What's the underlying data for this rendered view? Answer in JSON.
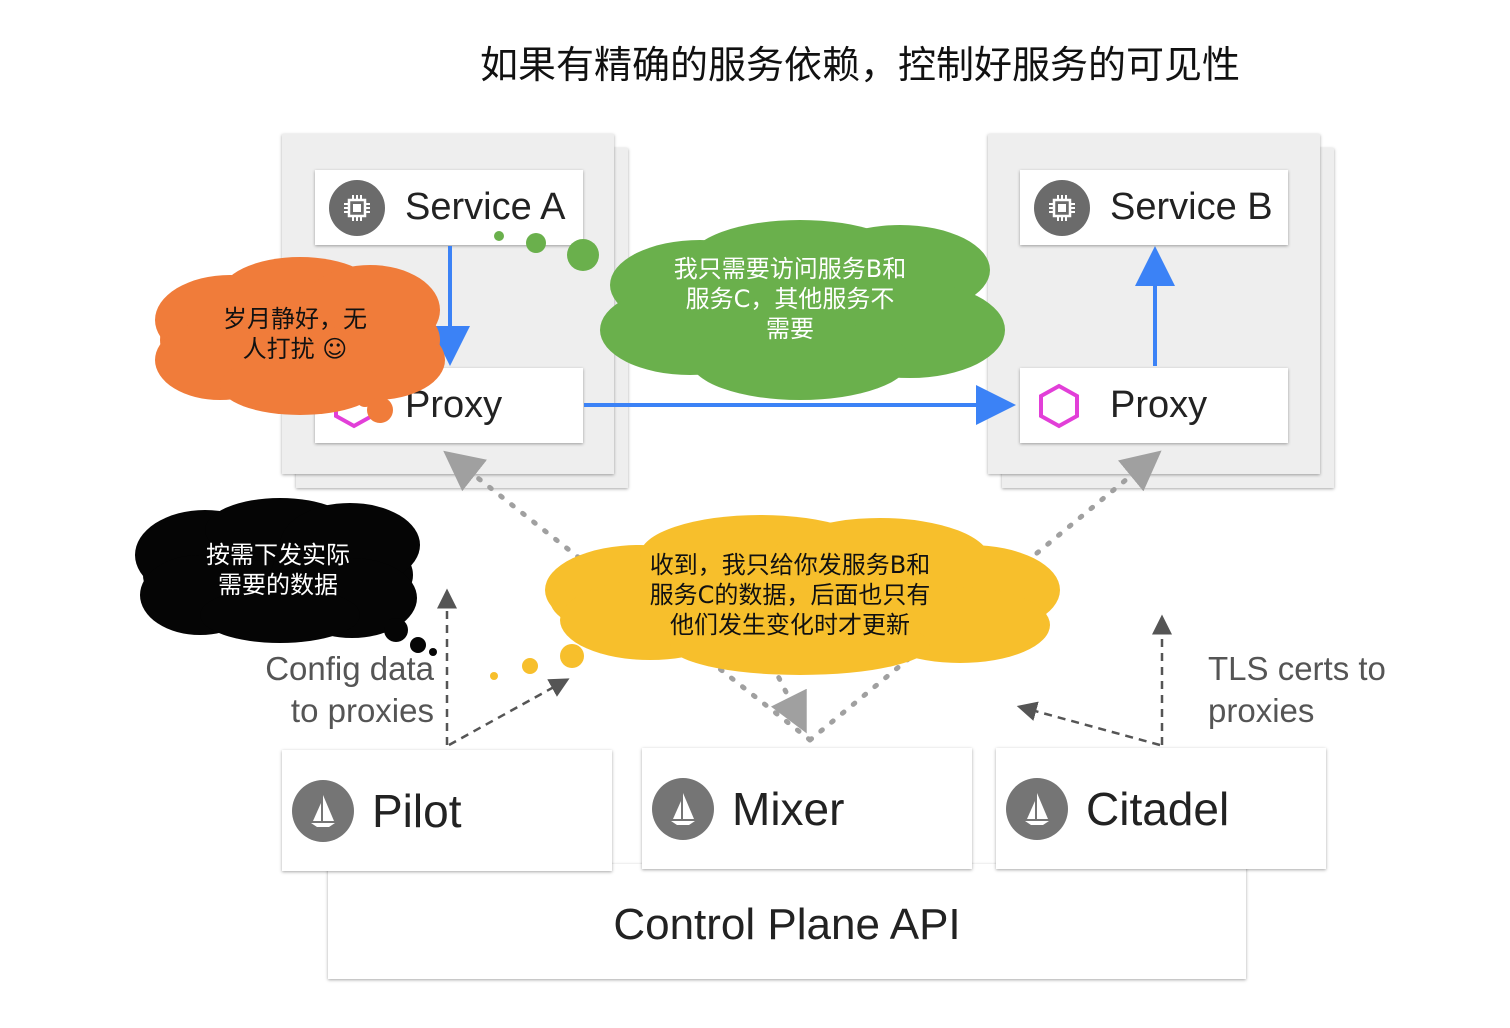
{
  "title": "如果有精确的服务依赖，控制好服务的可见性",
  "service_a": {
    "label": "Service A",
    "proxy_label": "Proxy"
  },
  "service_b": {
    "label": "Service B",
    "proxy_label": "Proxy"
  },
  "control_plane": {
    "pilot": "Pilot",
    "mixer": "Mixer",
    "citadel": "Citadel",
    "api": "Control Plane API"
  },
  "notes": {
    "config_line1": "Config data",
    "config_line2": "to proxies",
    "tls_line1": "TLS certs to",
    "tls_line2": "proxies"
  },
  "clouds": {
    "green_line1": "我只需要访问服务B和",
    "green_line2": "服务C，其他服务不",
    "green_line3": "需要",
    "orange_line1": "岁月静好，无",
    "orange_line2": "人打扰 ☺",
    "black_line1": "按需下发实际",
    "black_line2": "需要的数据",
    "yellow_line1": "收到，我只给你发服务B和",
    "yellow_line2": "服务C的数据，后面也只有",
    "yellow_line3": "他们发生变化时才更新"
  },
  "colors": {
    "arrow_blue": "#3b82f6",
    "proxy_hex": "#e23fd8",
    "cloud_green": "#6ab04c",
    "cloud_orange": "#f07c3a",
    "cloud_black": "#050505",
    "cloud_yellow": "#f7bf2c",
    "dotted_gray": "#a0a0a0"
  }
}
